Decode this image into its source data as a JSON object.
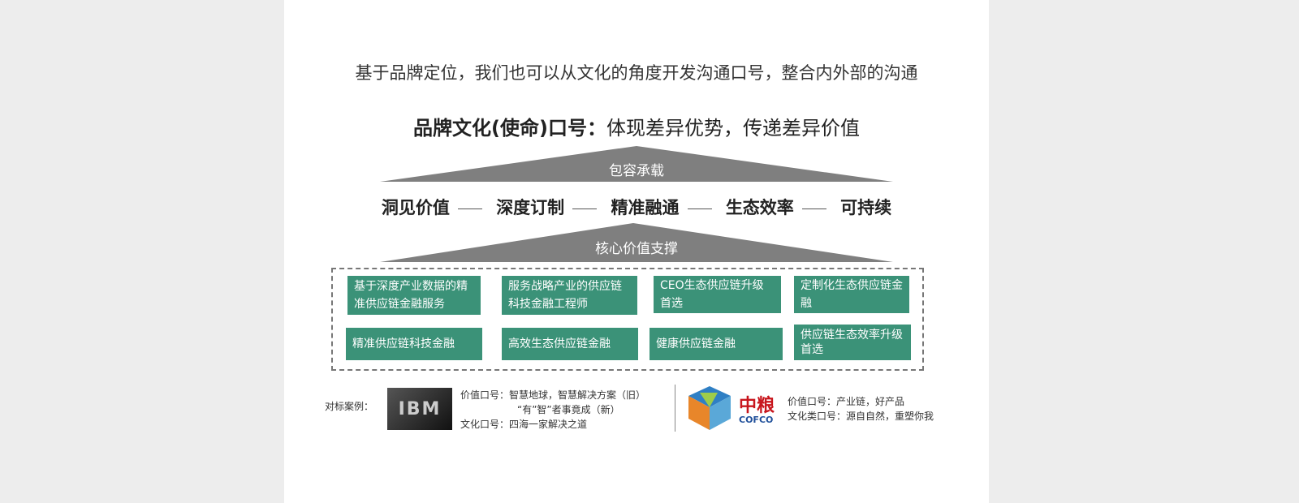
{
  "title": "基于品牌定位，我们也可以从文化的角度开发沟通口号，整合内外部的沟通",
  "subtitle_bold": "品牌文化(使命)口号：",
  "subtitle_rest": "体现差异优势，传递差异价值",
  "top_triangle_label": "包容承载",
  "values": [
    "洞见价值",
    "深度订制",
    "精准融通",
    "生态效率",
    "可持续"
  ],
  "bottom_triangle_label": "核心价值支撑",
  "boxes": [
    "基于深度产业数据的精准供应链金融服务",
    "服务战略产业的供应链科技金融工程师",
    "CEO生态供应链升级首选",
    "定制化生态供应链金融",
    "精准供应链科技金融",
    "高效生态供应链金融",
    "健康供应链金融",
    "供应链生态效率升级首选"
  ],
  "benchmark_label": "对标案例：",
  "ibm": {
    "logo_text": "IBM",
    "line1": "价值口号：智慧地球，智慧解决方案（旧）",
    "line2": "“有”智”者事竟成（新）",
    "line3": "文化口号：四海一家解决之道"
  },
  "cofco": {
    "logo_cn": "中粮",
    "logo_en": "COFCO",
    "line1": "价值口号：产业链，好产品",
    "line2": "文化类口号：源自自然，重塑你我"
  },
  "colors": {
    "green": "#3b9278",
    "triangle": "#7f7f7f"
  }
}
